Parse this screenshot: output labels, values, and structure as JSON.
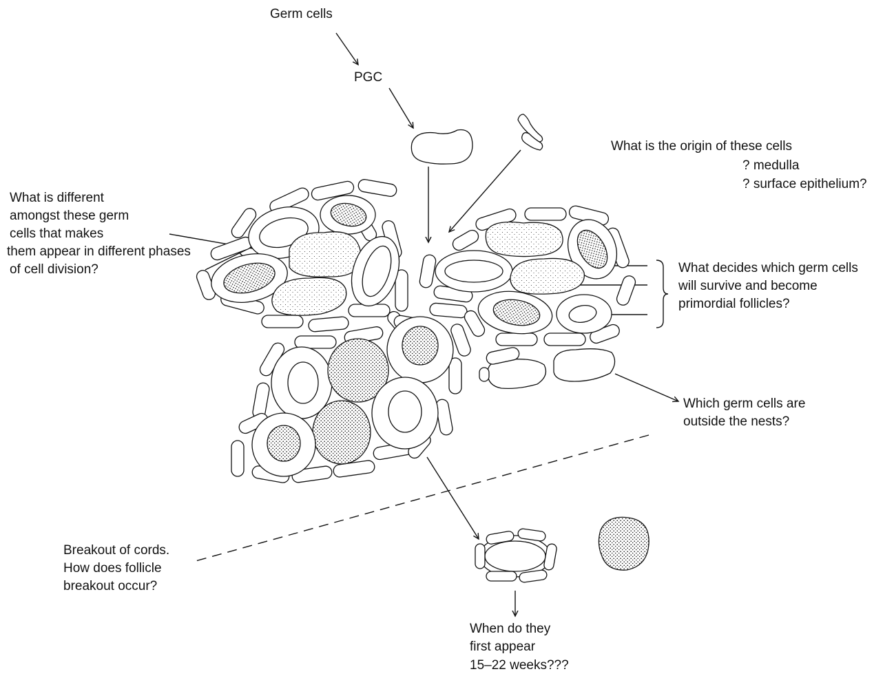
{
  "labels": {
    "germ_cells": "Germ cells",
    "pgc": "PGC",
    "origin_q": "What is the origin of these cells",
    "origin_opt1": "? medulla",
    "origin_opt2": "? surface epithelium?",
    "different_q": [
      "What is different",
      "amongst these germ",
      "cells that makes",
      "them appear in different phases",
      "of cell division?"
    ],
    "survive_q": [
      "What decides which germ cells",
      "will survive and become",
      "primordial follicles?"
    ],
    "outside_q": [
      "Which germ cells are",
      "outside the nests?"
    ],
    "breakout_q": [
      "Breakout of cords.",
      "How does follicle",
      "breakout occur?"
    ],
    "when_q": [
      "When do they",
      "first appear",
      "15–22 weeks???"
    ]
  }
}
